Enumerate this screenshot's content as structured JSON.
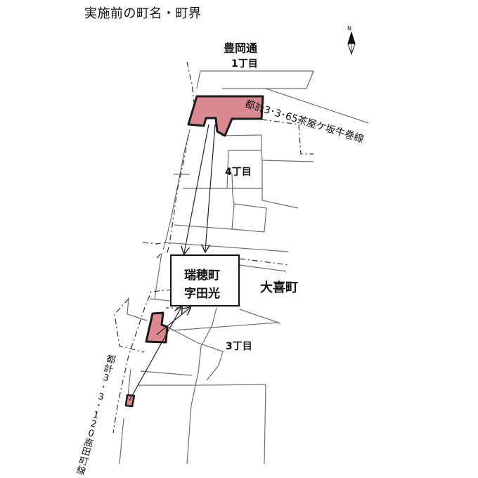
{
  "page_title": "実施前の町名・町界",
  "district_main": "豊岡通",
  "district_main_sub": "1丁目",
  "chome_4": "4丁目",
  "chome_3": "3丁目",
  "district_daiki": "大喜町",
  "target": {
    "line1": "瑞穂町",
    "line2": "字田光"
  },
  "road_top": "都計3･3･65茶屋ケ坂牛巻線",
  "road_left_chars": "都計3･3･120高田町線",
  "north_label": "N",
  "colors": {
    "highlight_fill": "#d9898f",
    "highlight_stroke": "#1a1a1a",
    "line": "#555555",
    "text": "#111111",
    "background": "#ffffff"
  },
  "icons": {
    "north_arrow": "north-arrow-icon"
  }
}
